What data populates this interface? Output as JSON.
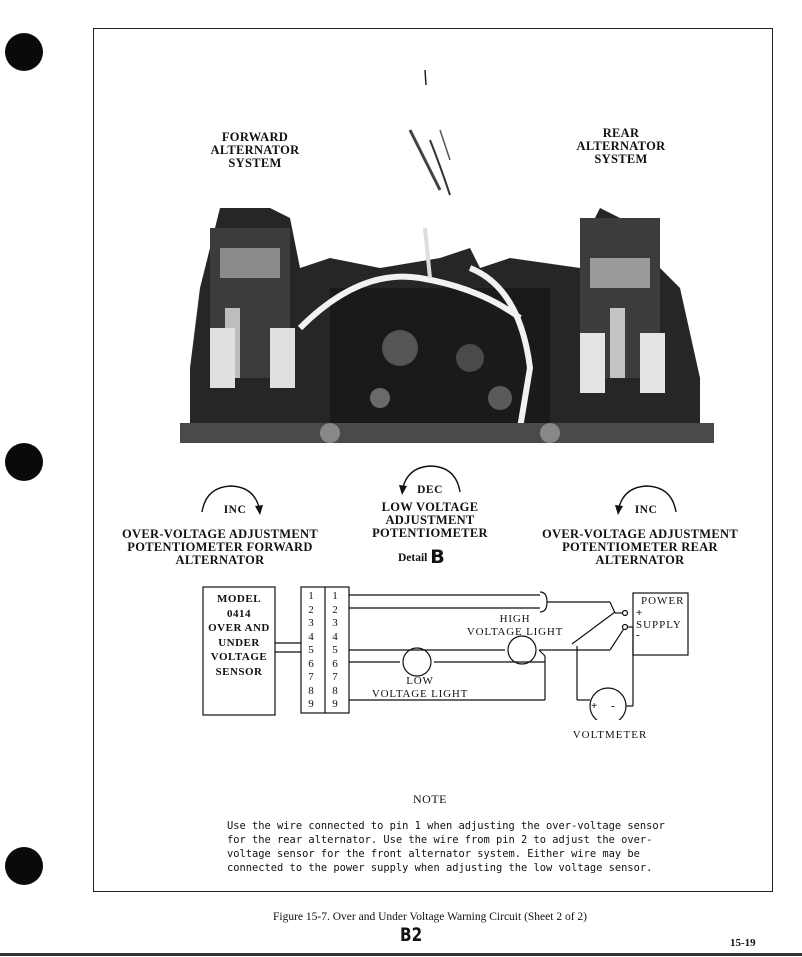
{
  "labels": {
    "forward": [
      "FORWARD",
      "ALTERNATOR",
      "SYSTEM"
    ],
    "rear": [
      "REAR",
      "ALTERNATOR",
      "SYSTEM"
    ],
    "inc": "INC",
    "dec": "DEC",
    "over_forward": [
      "OVER-VOLTAGE ADJUSTMENT",
      "POTENTIOMETER FORWARD",
      "ALTERNATOR"
    ],
    "low_pot": [
      "LOW VOLTAGE",
      "ADJUSTMENT",
      "POTENTIOMETER"
    ],
    "over_rear": [
      "OVER-VOLTAGE ADJUSTMENT",
      "POTENTIOMETER REAR",
      "ALTERNATOR"
    ],
    "detail": "Detail",
    "detail_letter": "B"
  },
  "diagram": {
    "sensor": [
      "MODEL",
      "0414",
      "OVER AND",
      "UNDER",
      "VOLTAGE",
      "SENSOR"
    ],
    "pins": [
      "1",
      "2",
      "3",
      "4",
      "5",
      "6",
      "7",
      "8",
      "9"
    ],
    "high_light": [
      "HIGH",
      "VOLTAGE LIGHT"
    ],
    "low_light": [
      "LOW",
      "VOLTAGE LIGHT"
    ],
    "power": "POWER",
    "supply": "SUPPLY",
    "plus": "+",
    "minus": "-",
    "voltmeter": "VOLTMETER"
  },
  "note": {
    "title": "NOTE",
    "lines": [
      "Use the wire connected to pin 1 when adjusting the over-voltage sensor",
      "for the rear alternator. Use the wire from pin 2 to adjust the over-",
      "voltage sensor for the front alternator system. Either wire may be",
      "connected to the power supply when adjusting the low voltage sensor."
    ]
  },
  "caption": "Figure 15-7. Over and Under Voltage Warning Circuit (Sheet 2 of 2)",
  "code": "B2",
  "page": "15-19"
}
